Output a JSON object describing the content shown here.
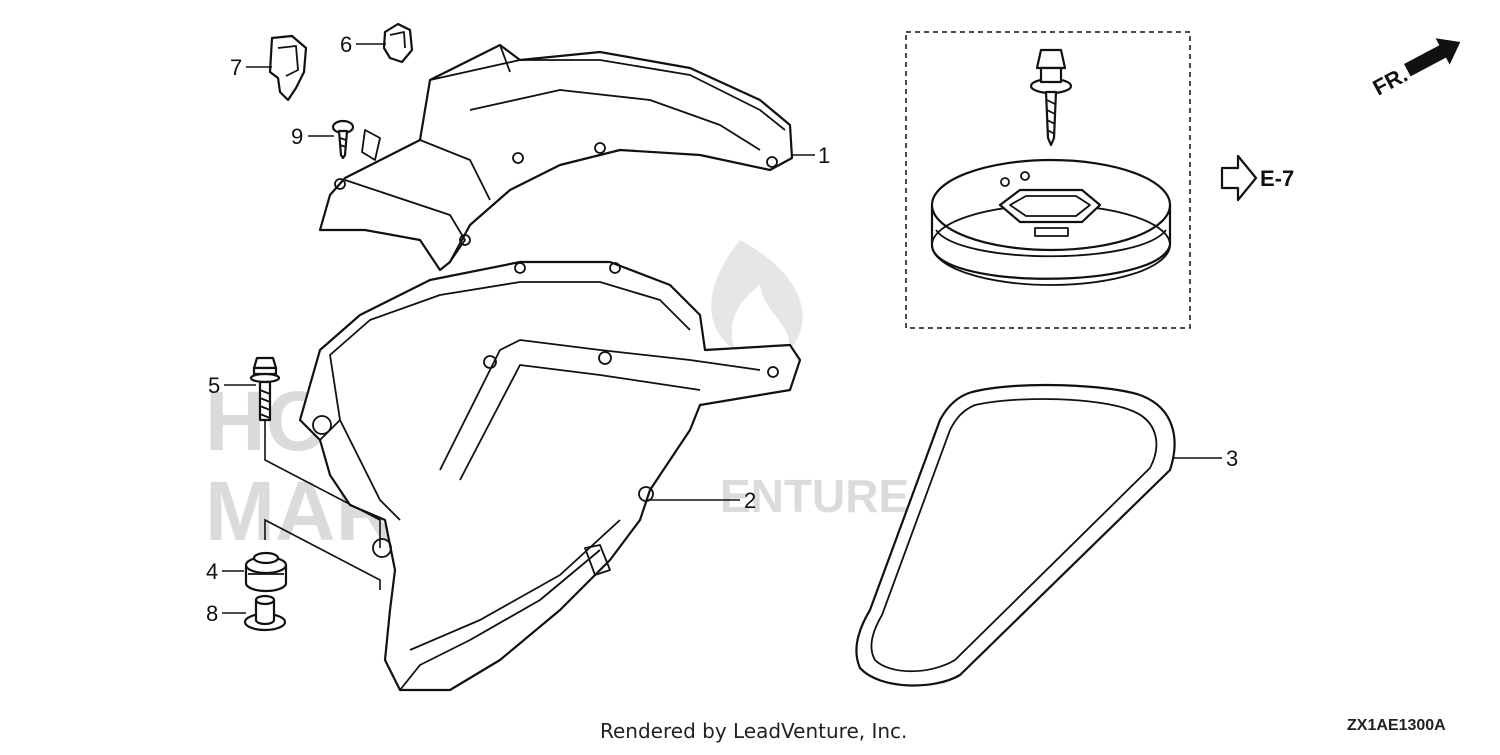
{
  "callouts": {
    "c1": "1",
    "c2": "2",
    "c3": "3",
    "c4": "4",
    "c5": "5",
    "c6": "6",
    "c7": "7",
    "c8": "8",
    "c9": "9"
  },
  "direction": {
    "label": "FR."
  },
  "reference": {
    "label": "E-7"
  },
  "watermark": {
    "line1": "HONDA",
    "line2": "MARINE",
    "line3": "ENTURE"
  },
  "footer": {
    "credit": "Rendered by LeadVenture, Inc.",
    "diagram_code": "ZX1AE1300A"
  }
}
